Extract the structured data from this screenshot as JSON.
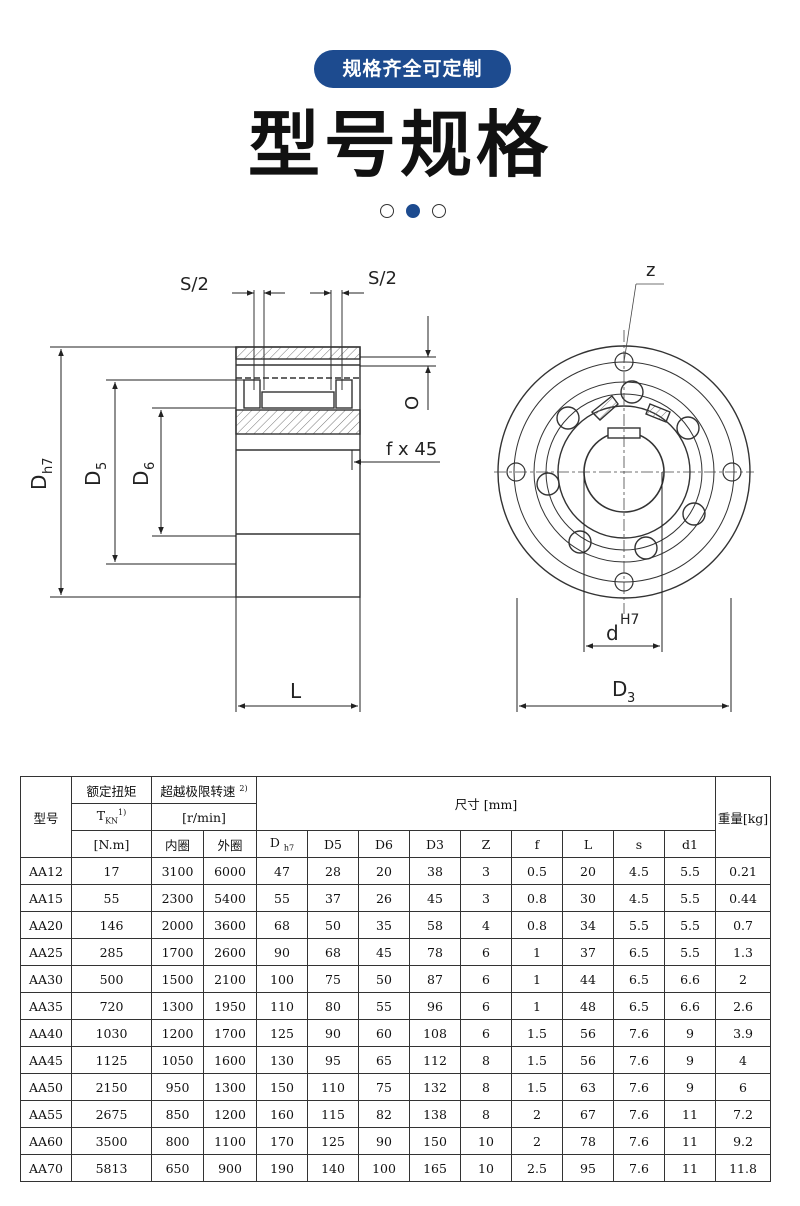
{
  "header": {
    "badge": "规格齐全可定制",
    "title": "型号规格"
  },
  "drawing_labels": {
    "s2_left": "S/2",
    "s2_right": "S/2",
    "o": "O",
    "fx45": "f x 45",
    "dh7": "D",
    "dh7_sub": "h7",
    "d5": "D",
    "d5_sub": "5",
    "d6": "D",
    "d6_sub": "6",
    "l": "L",
    "z": "z",
    "d": "d",
    "h7": "H7",
    "d3": "D",
    "d3_sub": "3"
  },
  "table": {
    "h_model": "型号",
    "h_torque_1": "额定扭矩",
    "h_torque_2": "T",
    "h_torque_2_sub": "KN",
    "h_torque_2_sup": "1)",
    "h_torque_3": "[N.m]",
    "h_speed_1": "超越极限转速",
    "h_speed_1_sup": "2)",
    "h_speed_2": "[r/min]",
    "h_inner": "内圈",
    "h_outer": "外圈",
    "h_dims": "尺寸  [mm]",
    "h_weight": "重量[kg]",
    "h_dh7": "D",
    "h_dh7_sub": "h7",
    "h_d5": "D5",
    "h_d6": "D6",
    "h_d3": "D3",
    "h_z": "Z",
    "h_f": "f",
    "h_l": "L",
    "h_s": "s",
    "h_d1": "d1",
    "rows": [
      [
        "AA12",
        "17",
        "3100",
        "6000",
        "47",
        "28",
        "20",
        "38",
        "3",
        "0.5",
        "20",
        "4.5",
        "5.5",
        "0.21"
      ],
      [
        "AA15",
        "55",
        "2300",
        "5400",
        "55",
        "37",
        "26",
        "45",
        "3",
        "0.8",
        "30",
        "4.5",
        "5.5",
        "0.44"
      ],
      [
        "AA20",
        "146",
        "2000",
        "3600",
        "68",
        "50",
        "35",
        "58",
        "4",
        "0.8",
        "34",
        "5.5",
        "5.5",
        "0.7"
      ],
      [
        "AA25",
        "285",
        "1700",
        "2600",
        "90",
        "68",
        "45",
        "78",
        "6",
        "1",
        "37",
        "6.5",
        "5.5",
        "1.3"
      ],
      [
        "AA30",
        "500",
        "1500",
        "2100",
        "100",
        "75",
        "50",
        "87",
        "6",
        "1",
        "44",
        "6.5",
        "6.6",
        "2"
      ],
      [
        "AA35",
        "720",
        "1300",
        "1950",
        "110",
        "80",
        "55",
        "96",
        "6",
        "1",
        "48",
        "6.5",
        "6.6",
        "2.6"
      ],
      [
        "AA40",
        "1030",
        "1200",
        "1700",
        "125",
        "90",
        "60",
        "108",
        "6",
        "1.5",
        "56",
        "7.6",
        "9",
        "3.9"
      ],
      [
        "AA45",
        "1125",
        "1050",
        "1600",
        "130",
        "95",
        "65",
        "112",
        "8",
        "1.5",
        "56",
        "7.6",
        "9",
        "4"
      ],
      [
        "AA50",
        "2150",
        "950",
        "1300",
        "150",
        "110",
        "75",
        "132",
        "8",
        "1.5",
        "63",
        "7.6",
        "9",
        "6"
      ],
      [
        "AA55",
        "2675",
        "850",
        "1200",
        "160",
        "115",
        "82",
        "138",
        "8",
        "2",
        "67",
        "7.6",
        "11",
        "7.2"
      ],
      [
        "AA60",
        "3500",
        "800",
        "1100",
        "170",
        "125",
        "90",
        "150",
        "10",
        "2",
        "78",
        "7.6",
        "11",
        "9.2"
      ],
      [
        "AA70",
        "5813",
        "650",
        "900",
        "190",
        "140",
        "100",
        "165",
        "10",
        "2.5",
        "95",
        "7.6",
        "11",
        "11.8"
      ]
    ]
  }
}
